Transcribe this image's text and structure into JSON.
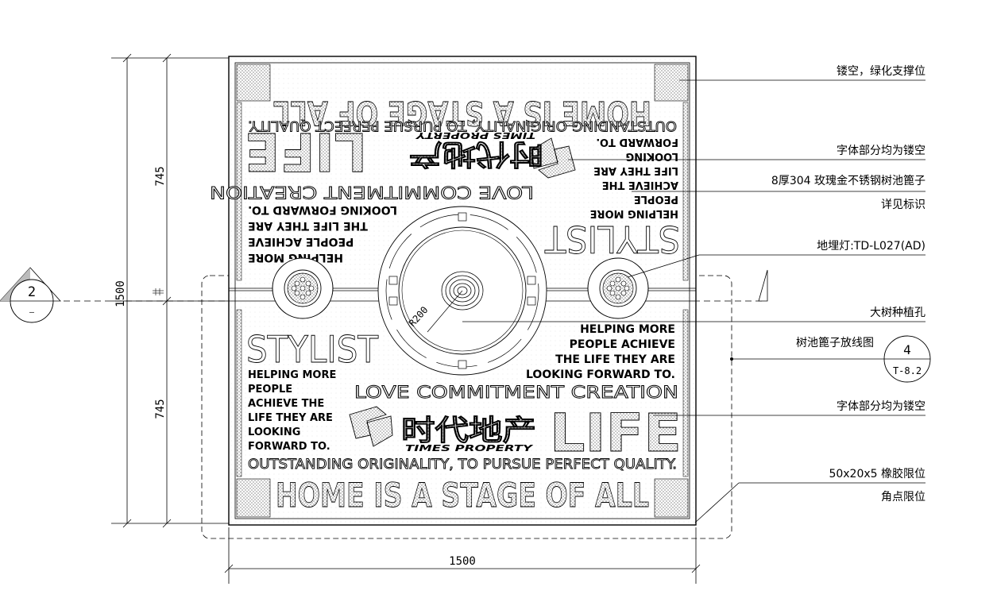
{
  "dimensions": {
    "top_half": "745",
    "bottom_half": "745",
    "total_height": "1500",
    "total_width": "1500",
    "radius": "R200"
  },
  "section_marker": {
    "number": "2",
    "sheet": "—"
  },
  "detail_ref": {
    "number": "4",
    "sheet": "T-8.2"
  },
  "annotations": [
    "镂空，绿化支撑位",
    "字体部分均为镂空",
    "8厚304 玫瑰金不锈钢树池篦子",
    "详见标识",
    "地埋灯:TD-L027(AD)",
    "大树种植孔",
    "树池篦子放线图",
    "字体部分均为镂空",
    "50x20x5 橡胶限位",
    "角点限位"
  ],
  "grate_text": {
    "home": "HOME IS A STAGE OF ALL",
    "quality": "OUTSTANDING ORIGINALITY, TO PURSUE PERFECT QUALITY.",
    "love": "LOVE COMMITMENT CREATION",
    "stylist": "STYLIST",
    "life": "LIFE",
    "helping_more": "HELPING MORE",
    "people": "PEOPLE",
    "achieve_the": "ACHIEVE THE",
    "life_they_are": "LIFE THEY ARE",
    "looking": "LOOKING",
    "forward_to": "FORWARD TO.",
    "helping_more_spaced": "HELPING   MORE",
    "people_achieve": "PEOPLE ACHIEVE",
    "the_life_they_are": "THE LIFE THEY ARE",
    "looking_forward_to": "LOOKING FORWARD TO.",
    "brand_cn": "时代地产",
    "brand_en": "TIMES PROPERTY"
  }
}
